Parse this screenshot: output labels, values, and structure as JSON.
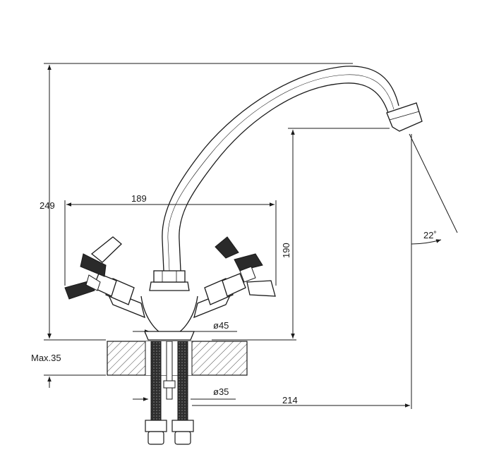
{
  "dimensions": {
    "height_total": "249",
    "handle_span": "189",
    "spout_height": "190",
    "spout_reach": "214",
    "base_diameter": "ø45",
    "hole_diameter": "ø35",
    "max_thickness": "Max.35",
    "swivel_angle": "22˚"
  },
  "colors": {
    "line": "#1a1a1a",
    "background": "#ffffff",
    "hose_fill": "#3a3a3a"
  }
}
